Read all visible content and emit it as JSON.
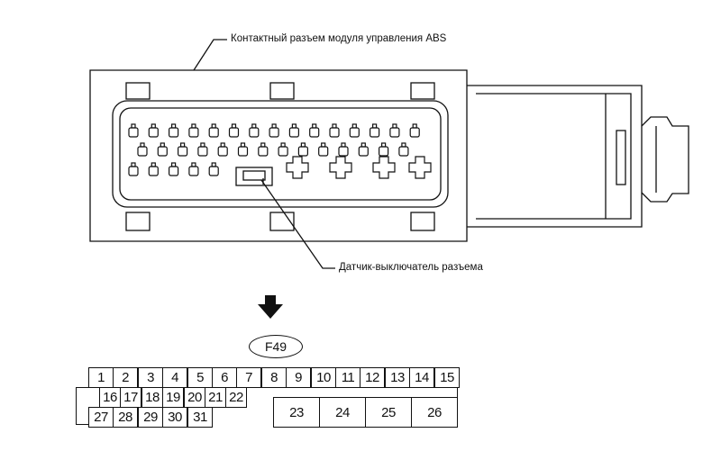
{
  "labels": {
    "module_connector": "Контактный разъем модуля управления ABS",
    "switch_sensor": "Датчик-выключатель разъема"
  },
  "connector": {
    "id": "F49",
    "row1": [
      "1",
      "2",
      "3",
      "4",
      "5",
      "6",
      "7",
      "8",
      "9",
      "10",
      "11",
      "12",
      "13",
      "14",
      "15"
    ],
    "row2": [
      "16",
      "17",
      "18",
      "19",
      "20",
      "21",
      "22"
    ],
    "row3": [
      "27",
      "28",
      "29",
      "30",
      "31"
    ],
    "large": [
      "23",
      "24",
      "25",
      "26"
    ]
  },
  "colors": {
    "ink": "#111111",
    "paper": "#ffffff"
  }
}
